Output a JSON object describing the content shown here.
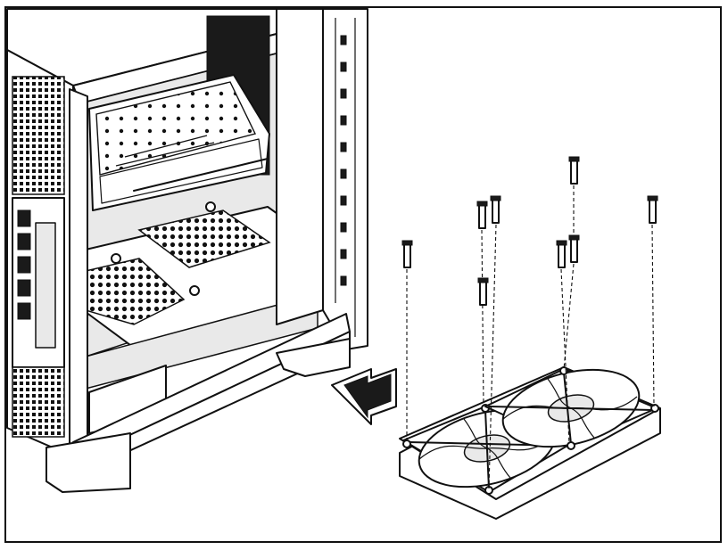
{
  "figure": {
    "icons": [
      "pc-case",
      "graphics-card",
      "fan-grille",
      "cooling-fan",
      "fan-screw",
      "insertion-arrow"
    ],
    "colors": {
      "ink": "#111111",
      "paper": "#ffffff",
      "panel": "#e9e9e9"
    }
  }
}
